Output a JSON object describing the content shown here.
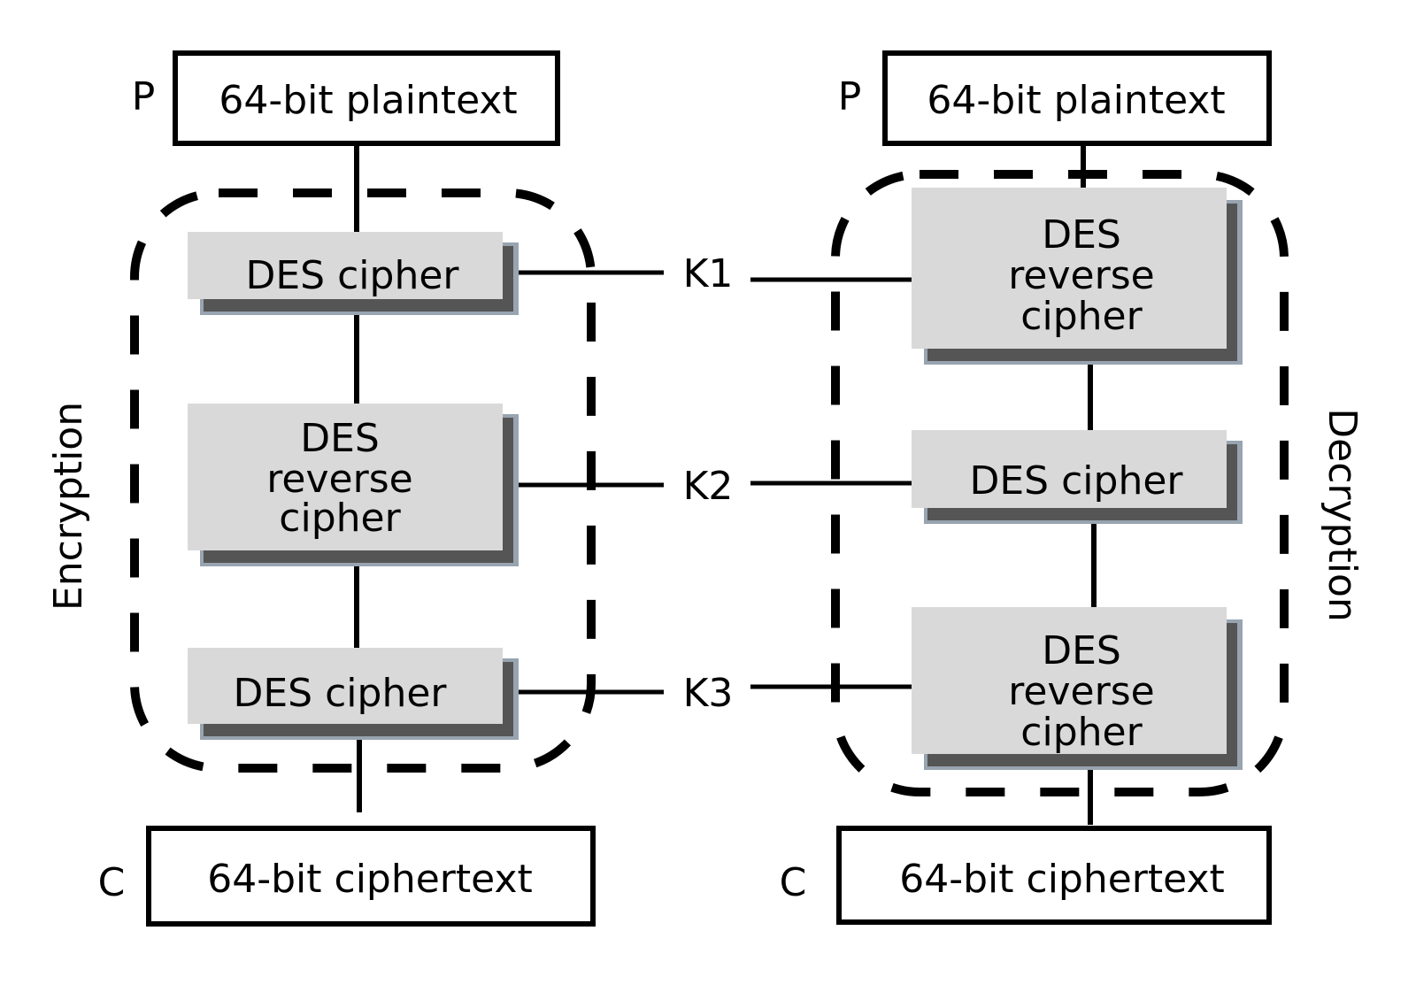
{
  "encryption": {
    "side_label": "Encryption",
    "input": {
      "prefix": "P",
      "label": "64-bit plaintext"
    },
    "output": {
      "prefix": "C",
      "label": "64-bit ciphertext"
    },
    "stages": [
      {
        "lines": [
          "DES cipher"
        ]
      },
      {
        "lines": [
          "DES",
          "reverse",
          "cipher"
        ]
      },
      {
        "lines": [
          "DES cipher"
        ]
      }
    ]
  },
  "decryption": {
    "side_label": "Decryption",
    "input": {
      "prefix": "P",
      "label": "64-bit plaintext"
    },
    "output": {
      "prefix": "C",
      "label": "64-bit ciphertext"
    },
    "stages": [
      {
        "lines": [
          "DES",
          "reverse",
          "cipher"
        ]
      },
      {
        "lines": [
          "DES cipher"
        ]
      },
      {
        "lines": [
          "DES",
          "reverse",
          "cipher"
        ]
      }
    ]
  },
  "keys": [
    "K1",
    "K2",
    "K3"
  ],
  "colors": {
    "box_fill": "#d9d9d9",
    "shadow": "#555555",
    "shadow_edge": "#98a4b0",
    "line": "#000000"
  }
}
